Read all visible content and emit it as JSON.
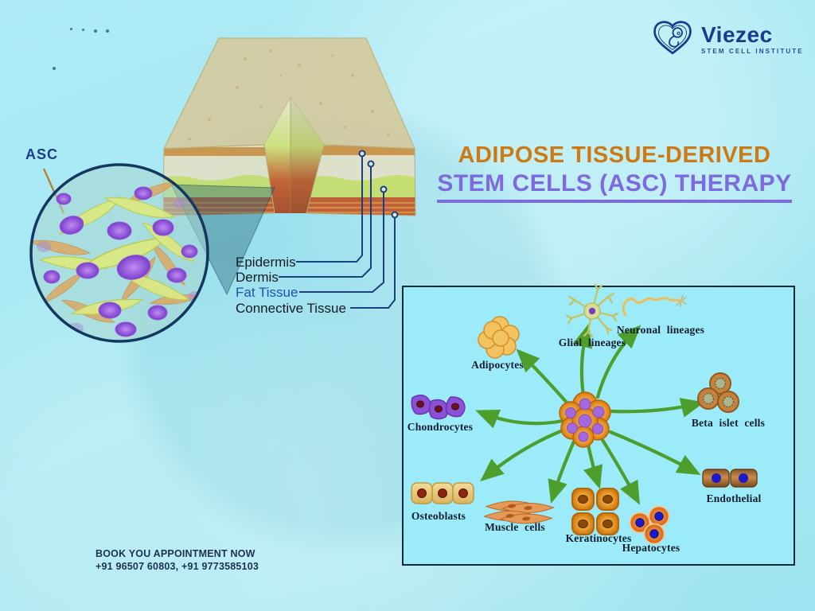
{
  "brand": {
    "name": "Viezec",
    "tagline": "STEM CELL INSTITUTE"
  },
  "title": {
    "line1": "ADIPOSE TISSUE-DERIVED",
    "line2": "STEM CELLS (ASC) THERAPY"
  },
  "asc_callout": {
    "label": "ASC"
  },
  "skin_diagram": {
    "labels": [
      {
        "text": "Epidermis"
      },
      {
        "text": "Dermis"
      },
      {
        "text": "Fat Tissue"
      },
      {
        "text": "Connective Tissue"
      }
    ]
  },
  "lineage_diagram": {
    "items": [
      {
        "id": "adipocytes",
        "label": "Adipocytes"
      },
      {
        "id": "glial",
        "label": "Glial lineages"
      },
      {
        "id": "neuronal",
        "label": "Neuronal lineages"
      },
      {
        "id": "beta-islet",
        "label": "Beta islet cells"
      },
      {
        "id": "endothelial",
        "label": "Endothelial"
      },
      {
        "id": "chondrocytes",
        "label": "Chondrocytes"
      },
      {
        "id": "osteoblasts",
        "label": "Osteoblasts"
      },
      {
        "id": "muscle",
        "label": "Muscle cells"
      },
      {
        "id": "keratinocytes",
        "label": "Keratinocytes"
      },
      {
        "id": "hepatocytes",
        "label": "Hepatocytes"
      }
    ]
  },
  "footer": {
    "line1": "BOOK YOU APPOINTMENT NOW",
    "line2": "+91 96507 60803, +91 9773585103"
  },
  "colors": {
    "background": "#a5e8f3",
    "title_orange": "#ce7a14",
    "title_purple": "#7e69e0",
    "navy": "#1a3b8f",
    "arrow_green": "#4e9e2d",
    "box_background": "#9bebfb",
    "fat_tissue_label_blue": "#1b52b0"
  }
}
